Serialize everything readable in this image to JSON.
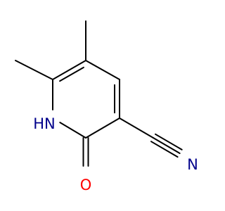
{
  "molecule": {
    "atoms": [
      {
        "id": "C6",
        "label": "",
        "color": "#000000"
      },
      {
        "id": "C5",
        "label": "",
        "color": "#000000"
      },
      {
        "id": "C4",
        "label": "",
        "color": "#000000"
      },
      {
        "id": "C3",
        "label": "",
        "color": "#000000"
      },
      {
        "id": "C2",
        "label": "",
        "color": "#000000"
      },
      {
        "id": "N1",
        "label": "HN",
        "color": "#00008b"
      },
      {
        "id": "O",
        "label": "O",
        "color": "#ff0000"
      },
      {
        "id": "Ccn",
        "label": "",
        "color": "#000000"
      },
      {
        "id": "Ncn",
        "label": "N",
        "color": "#00008b"
      },
      {
        "id": "Me5",
        "label": "",
        "color": "#000000"
      },
      {
        "id": "Me6",
        "label": "",
        "color": "#000000"
      }
    ],
    "bonds": [
      {
        "from": "C6",
        "to": "C5",
        "order": 2
      },
      {
        "from": "C5",
        "to": "C4",
        "order": 1
      },
      {
        "from": "C4",
        "to": "C3",
        "order": 2
      },
      {
        "from": "C3",
        "to": "C2",
        "order": 1
      },
      {
        "from": "C2",
        "to": "N1",
        "order": 1
      },
      {
        "from": "N1",
        "to": "C6",
        "order": 1
      },
      {
        "from": "C2",
        "to": "O",
        "order": 2
      },
      {
        "from": "C3",
        "to": "Ccn",
        "order": 1
      },
      {
        "from": "Ccn",
        "to": "Ncn",
        "order": 3
      },
      {
        "from": "C5",
        "to": "Me5",
        "order": 1
      },
      {
        "from": "C6",
        "to": "Me6",
        "order": 1
      }
    ]
  }
}
